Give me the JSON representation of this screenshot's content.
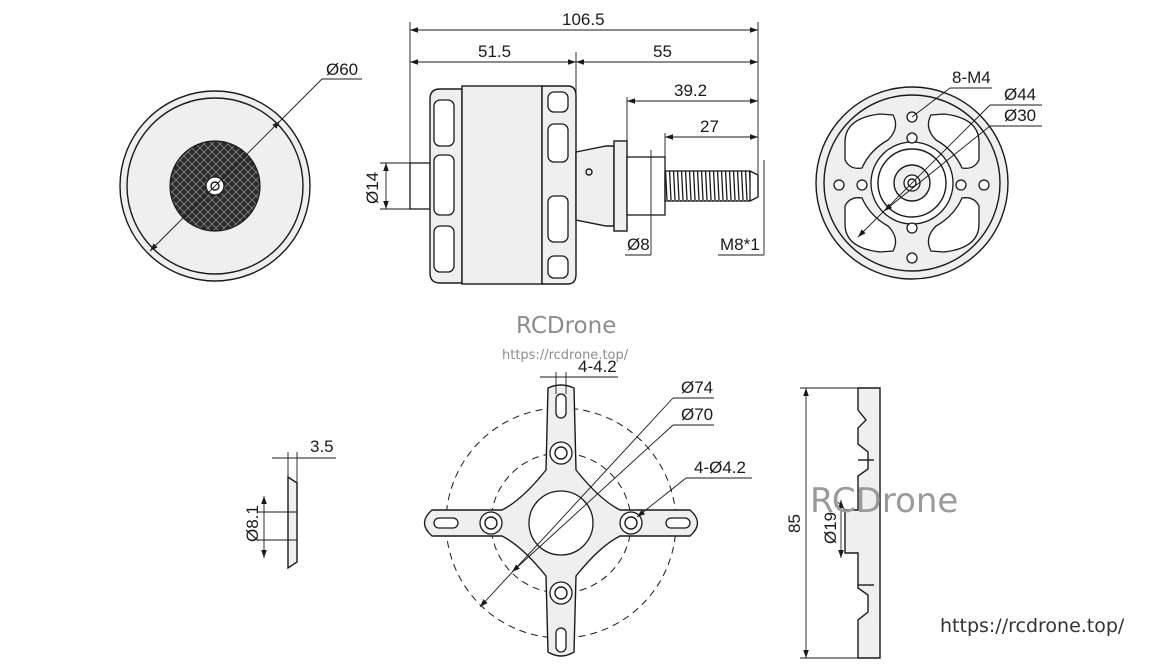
{
  "dimensions": {
    "overall_length": "106.5",
    "body_length": "51.5",
    "shaft_length": "55",
    "shaft_39": "39.2",
    "thread_length": "27",
    "dia_60": "Ø60",
    "dia_14": "Ø14",
    "dia_8": "Ø8",
    "thread_spec": "M8*1",
    "holes_8m4": "8-M4",
    "dia_44": "Ø44",
    "dia_30": "Ø30",
    "thickness_3_5": "3.5",
    "dia_8_1": "Ø8.1",
    "slots_4_4_2": "4-4.2",
    "dia_74": "Ø74",
    "dia_70": "Ø70",
    "holes_4_dia_4_2": "4-Ø4.2",
    "height_85": "85",
    "dia_19": "Ø19"
  },
  "watermarks": {
    "brand": "RCDrone",
    "url_small": "https://rcdrone.top/",
    "url_footer": "https://rcdrone.top/"
  },
  "colors": {
    "line": "#1a1a1a",
    "part_fill": "#efefef",
    "watermark": "#8c8c8c"
  }
}
